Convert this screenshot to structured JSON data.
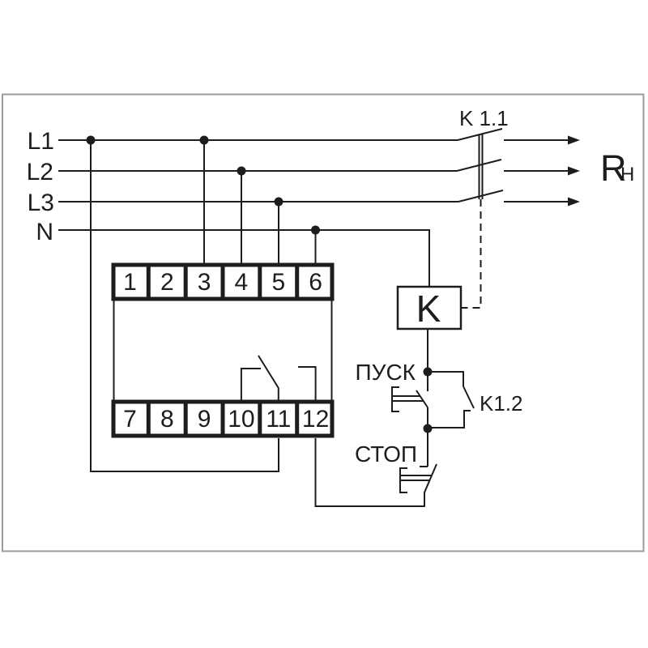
{
  "diagram": {
    "type": "relay-contactor-wiring-schematic",
    "buses": [
      {
        "label": "L1"
      },
      {
        "label": "L2"
      },
      {
        "label": "L3"
      },
      {
        "label": "N"
      }
    ],
    "device": {
      "terminals_top": [
        "1",
        "2",
        "3",
        "4",
        "5",
        "6"
      ],
      "terminals_bottom": [
        "7",
        "8",
        "9",
        "10",
        "11",
        "12"
      ]
    },
    "contactor": {
      "label": "K"
    },
    "contacts": {
      "main": "K 1.1",
      "aux": "K1.2"
    },
    "buttons": {
      "start": "ПУСК",
      "stop": "СТОП"
    },
    "load": {
      "base": "R",
      "sub": "H"
    },
    "colors": {
      "line": "#1d1d1b",
      "frame": "#9b9b9b",
      "background": "#ffffff"
    }
  }
}
